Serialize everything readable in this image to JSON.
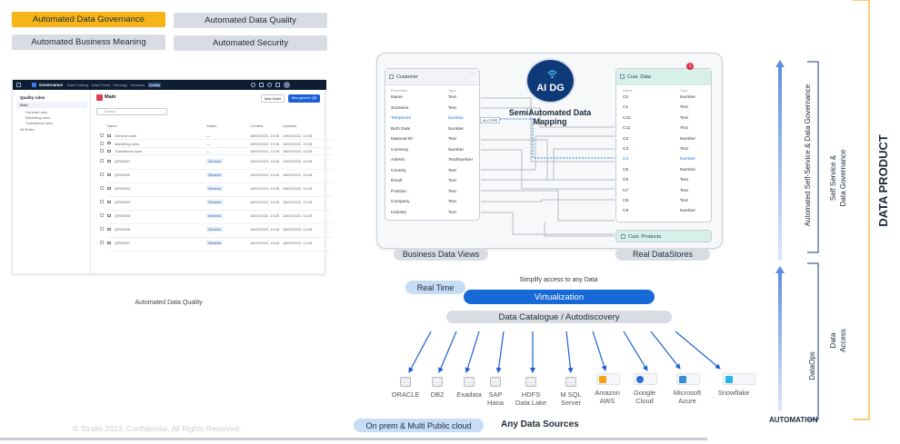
{
  "top_tags": {
    "governance": "Automated Data Governance",
    "quality": "Automated Data Quality",
    "business_meaning": "Automated Business Meaning",
    "security": "Automated Security"
  },
  "screenshot": {
    "app_name": "Governance",
    "nav": [
      "Data Catalog",
      "Data Portal",
      "Ontology",
      "Glossary",
      "Quality"
    ],
    "sidebar_title": "Quality rules",
    "sidebar_items": [
      "Main",
      "General rules",
      "Marketing rules",
      "Transitional rules",
      "All Rules"
    ],
    "panel_title": "Main",
    "button_secondary": "New folder",
    "button_primary": "New generic QR",
    "search_placeholder": "Search",
    "columns": [
      "Name",
      "Status",
      "Created",
      "Updated"
    ],
    "rows": [
      {
        "name": "General rules",
        "status": "—",
        "created": "18/02/2022, 13:28",
        "updated": "18/02/2022, 13:28"
      },
      {
        "name": "Marketing rules",
        "status": "—",
        "created": "18/02/2022, 13:28",
        "updated": "18/02/2022, 13:28"
      },
      {
        "name": "Transitional rules",
        "status": "—",
        "created": "18/02/2022, 13:28",
        "updated": "18/02/2022, 13:28"
      },
      {
        "name": "QR00001",
        "status": "Generic",
        "created": "18/02/2022, 13:28",
        "updated": "18/02/2022, 13:28"
      },
      {
        "name": "QR00002",
        "status": "Generic",
        "created": "18/02/2022, 13:28",
        "updated": "18/02/2022, 13:28"
      },
      {
        "name": "QR00003",
        "status": "Generic",
        "created": "18/02/2022, 13:28",
        "updated": "18/02/2022, 13:28"
      },
      {
        "name": "QR00004",
        "status": "Generic",
        "created": "18/02/2022, 13:28",
        "updated": "18/02/2022, 13:28"
      },
      {
        "name": "QR00005",
        "status": "Generic",
        "created": "18/02/2022, 13:28",
        "updated": "18/02/2022, 13:28"
      },
      {
        "name": "QR00006",
        "status": "Generic",
        "created": "18/02/2022, 13:28",
        "updated": "18/02/2022, 13:28"
      },
      {
        "name": "QR00007",
        "status": "Generic",
        "created": "18/02/2022, 13:28",
        "updated": "18/02/2022, 13:28"
      }
    ],
    "caption": "Automated Data Quality"
  },
  "footer": {
    "copyright": "© Stratio 2023. Confidential, All Rights Reserved.",
    "on_prem": "On prem & Multi Public cloud",
    "any_sources": "Any Data Sources"
  },
  "mapping": {
    "ai_badge": "AI DG",
    "title": "SemiAutomated Data Mapping",
    "customer_card": {
      "title": "Customer",
      "headers": [
        "Properties",
        "Type"
      ],
      "rows": [
        [
          "Name",
          "Text"
        ],
        [
          "Surname",
          "Text"
        ],
        [
          "Telephone",
          "Number"
        ],
        [
          "Birth Date",
          "Number"
        ],
        [
          "National ID",
          "Text"
        ],
        [
          "Currency",
          "Number"
        ],
        [
          "Adress",
          "Text/Number"
        ],
        [
          "Country",
          "Text"
        ],
        [
          "Email",
          "Text"
        ],
        [
          "Position",
          "Text"
        ],
        [
          "Company",
          "Text"
        ],
        [
          "Industry",
          "Text"
        ]
      ]
    },
    "data_card": {
      "title": "Cust. Data",
      "badge": "1",
      "headers": [
        "Name",
        "Type"
      ],
      "rows": [
        [
          "C0",
          "Number"
        ],
        [
          "C1",
          "Text"
        ],
        [
          "C10",
          "Text"
        ],
        [
          "C11",
          "Text"
        ],
        [
          "C2",
          "Number"
        ],
        [
          "C3",
          "Text"
        ],
        [
          "C4",
          "Number"
        ],
        [
          "C5",
          "Number"
        ],
        [
          "C6",
          "Text"
        ],
        [
          "C7",
          "Text"
        ],
        [
          "C8",
          "Text"
        ],
        [
          "C9",
          "Number"
        ]
      ]
    },
    "products_card": {
      "title": "Cust. Products"
    },
    "link_label": "ALLTYPE",
    "business_views": "Business Data Views",
    "real_stores": "Real DataStores"
  },
  "access": {
    "simplify": "Simplify access to any Data",
    "real_time": "Real Time",
    "virtualization": "Virtualization",
    "catalogue": "Data Catalogue / Autodiscovery"
  },
  "sources": [
    {
      "icon": "oracle-icon",
      "label": "ORACLE"
    },
    {
      "icon": "db2-icon",
      "label": "DB2"
    },
    {
      "icon": "exadata-icon",
      "label": "Exadata"
    },
    {
      "icon": "sap-hana-icon",
      "label": "SAP\nHana"
    },
    {
      "icon": "hdfs-icon",
      "label": "HDFS\nData Lake"
    },
    {
      "icon": "mssql-icon",
      "label": "M SQL\nServer"
    },
    {
      "icon": "amazon-aws-icon",
      "label": "Amazon\nAWS"
    },
    {
      "icon": "google-cloud-icon",
      "label": "Google\nCloud"
    },
    {
      "icon": "azure-icon",
      "label": "Microsoft\nAzure"
    },
    {
      "icon": "snowflake-icon",
      "label": "Snowflake"
    }
  ],
  "right_side": {
    "automated_self_service": "Automated Self-Service & Data Governance",
    "self_service": "Self Service &\nData Governance",
    "dataops": "DataOps",
    "data_access": "Data\nAccess",
    "automation": "AUTOMATION",
    "data_product": "DATA PRODUCT"
  },
  "colors": {
    "accent_blue": "#1669d6",
    "yellow": "#f6b418",
    "pill_gray": "#d9dde3",
    "arrow_blue": "#1d5fd0",
    "teal_highlight": "#d7f1ea"
  }
}
